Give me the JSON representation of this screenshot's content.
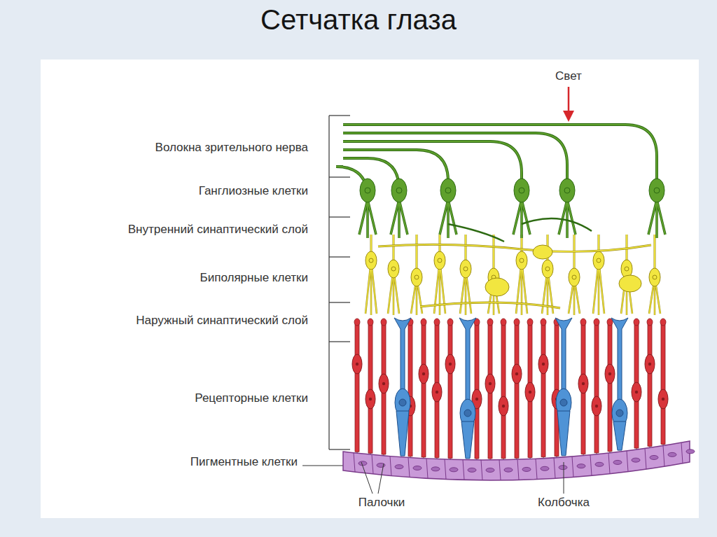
{
  "diagram": {
    "title": "Сетчатка глаза",
    "labels": [
      "Свет",
      "Волокна зрительного нерва",
      "Ганглиозные клетки",
      "Внутренний синаптический слой",
      "Биполярные клетки",
      "Наружный синаптический слой",
      "Рецепторные клетки",
      "Пигментные клетки",
      "Палочки",
      "Колбочка"
    ]
  }
}
